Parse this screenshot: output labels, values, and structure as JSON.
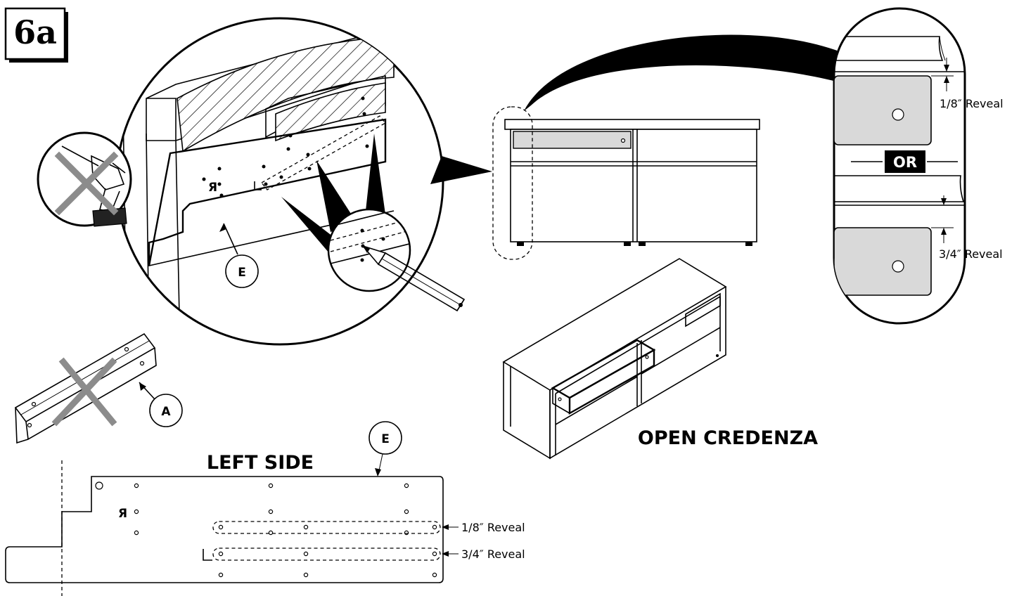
{
  "step": {
    "number": "6a"
  },
  "labels": {
    "left_side": "LEFT SIDE",
    "open_credenza": "OPEN CREDENZA",
    "or": "OR",
    "reveal_1_8": "1/8″ Reveal",
    "reveal_3_4": "3/4″ Reveal"
  },
  "callouts": {
    "part_e": "E",
    "part_a": "A",
    "bracket_mark": "Я"
  },
  "colors": {
    "ink": "#000000",
    "panel_fill": "#d9d9d9",
    "cross": "#8c8c8c"
  },
  "icons": {
    "no_drill": "no-drill-icon",
    "no_part_a": "no-part-a-icon",
    "pencil": "pencil-icon"
  }
}
